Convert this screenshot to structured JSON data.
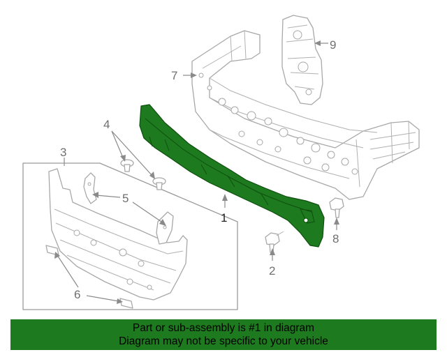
{
  "diagram": {
    "callouts": {
      "c1": "1",
      "c2": "2",
      "c3": "3",
      "c4": "4",
      "c5": "5",
      "c6": "6",
      "c7": "7",
      "c8": "8",
      "c9": "9"
    },
    "colors": {
      "highlight": "#1e7a1e",
      "outline": "#a8a8a8",
      "banner": "#1e7a1e"
    }
  },
  "banner": {
    "line1": "Part or sub-assembly is #1 in diagram",
    "line2": "Diagram may not be specific to your vehicle"
  }
}
